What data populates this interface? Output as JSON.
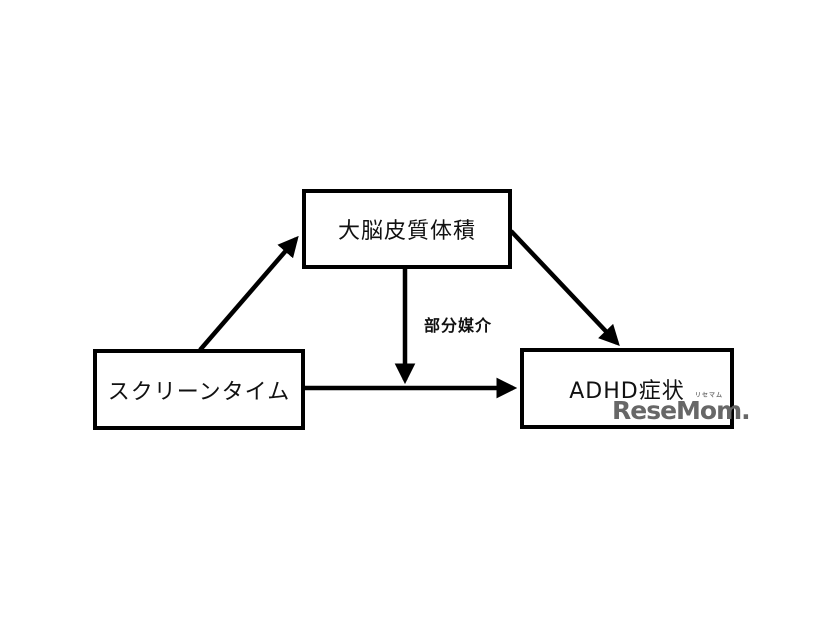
{
  "diagram": {
    "type": "mediation-model",
    "nodes": {
      "predictor": {
        "label": "スクリーンタイム",
        "role": "independent-variable"
      },
      "mediator": {
        "label": "大脳皮質体積",
        "role": "mediator"
      },
      "outcome": {
        "label": "ADHD症状",
        "role": "dependent-variable"
      }
    },
    "edges": [
      {
        "from": "predictor",
        "to": "mediator",
        "label": ""
      },
      {
        "from": "mediator",
        "to": "outcome",
        "label": ""
      },
      {
        "from": "predictor",
        "to": "outcome",
        "label": ""
      },
      {
        "from": "mediator",
        "to": "direct-path",
        "label": "部分媒介"
      }
    ],
    "mediation_label": "部分媒介"
  },
  "watermark": {
    "text": "ReseMom.",
    "ruby": "リセマム",
    "color": "#676767"
  },
  "colors": {
    "line": "#000000",
    "background": "#ffffff",
    "text": "#111111"
  }
}
